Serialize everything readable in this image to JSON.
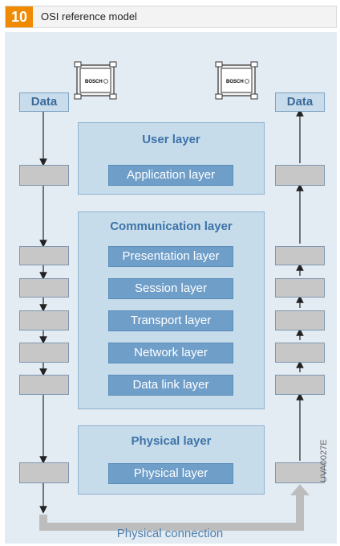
{
  "header": {
    "figure_number": "10",
    "title": "OSI reference model"
  },
  "data_label_left": "Data",
  "data_label_right": "Data",
  "ecu_brand": "BOSCH",
  "groups": {
    "user": {
      "title": "User layer",
      "layers": [
        "Application layer"
      ]
    },
    "communication": {
      "title": "Communication layer",
      "layers": [
        "Presentation layer",
        "Session layer",
        "Transport layer",
        "Network layer",
        "Data link layer"
      ]
    },
    "physical": {
      "title": "Physical layer",
      "layers": [
        "Physical layer"
      ]
    }
  },
  "physical_connection_label": "Physical connection",
  "image_code": "UVA0027E",
  "colors": {
    "accent": "#f08a00",
    "panel": "#e3ebf3",
    "group": "#c7dceb",
    "layer": "#6f9ec9",
    "stack_box": "#c7c7c7",
    "connection": "#bdbdbd"
  }
}
